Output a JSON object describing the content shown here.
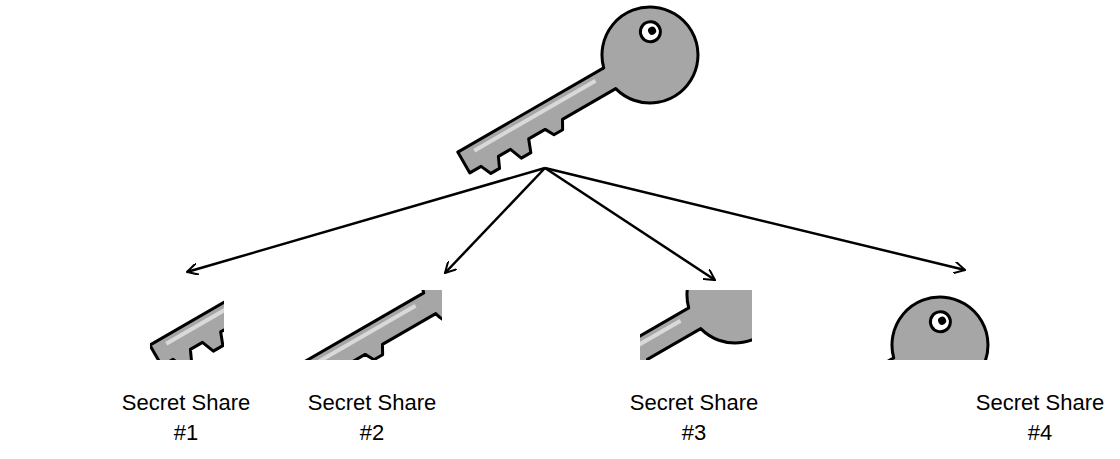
{
  "diagram": {
    "labels": [
      "Secret Share #1",
      "Secret Share #2",
      "Secret Share #3",
      "Secret Share #4"
    ]
  }
}
